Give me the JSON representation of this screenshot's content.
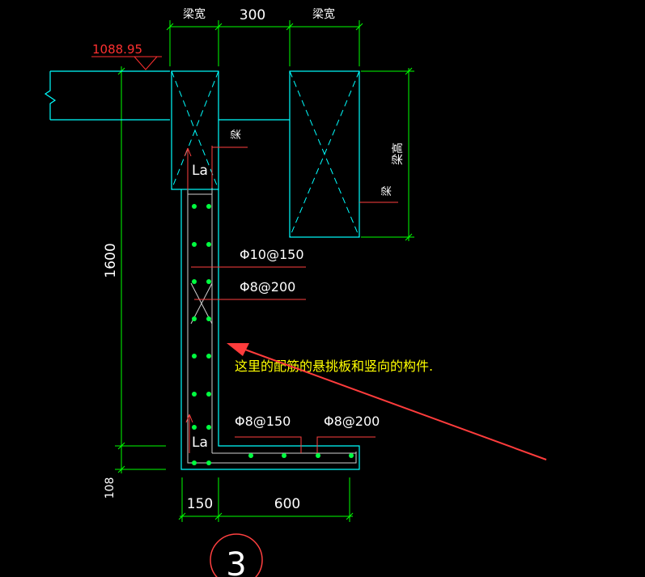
{
  "drawing": {
    "top_dims": {
      "beam_width_left": "梁宽",
      "gap": "300",
      "beam_width_right": "梁宽"
    },
    "elevation": "1088.95",
    "height_dim": "1600",
    "slab_thickness_dim": "108",
    "bottom_dims": {
      "wall_thickness": "150",
      "cantilever_length": "600"
    },
    "beam_label_1": "梁",
    "beam_label_2": "梁",
    "beam_height_label": "梁高",
    "anchor_label_top": "La",
    "anchor_label_bottom": "La",
    "rebar": {
      "vertical_main": "Φ10@150",
      "vertical_dist": "Φ8@200",
      "slab_main": "Φ8@150",
      "slab_dist": "Φ8@200"
    },
    "annotation": "这里的配筋的悬挑板和竖向的构件.",
    "detail_number": "3",
    "colors": {
      "background": "#000000",
      "dimension": "#00ff00",
      "outline": "#00ffff",
      "annotation_text": "#ffff00",
      "elevation": "#ff3030",
      "rebar_dots": "#00ff40",
      "arrow": "#ff3c3c",
      "leader": "#ff4040",
      "text": "#ffffff"
    }
  }
}
